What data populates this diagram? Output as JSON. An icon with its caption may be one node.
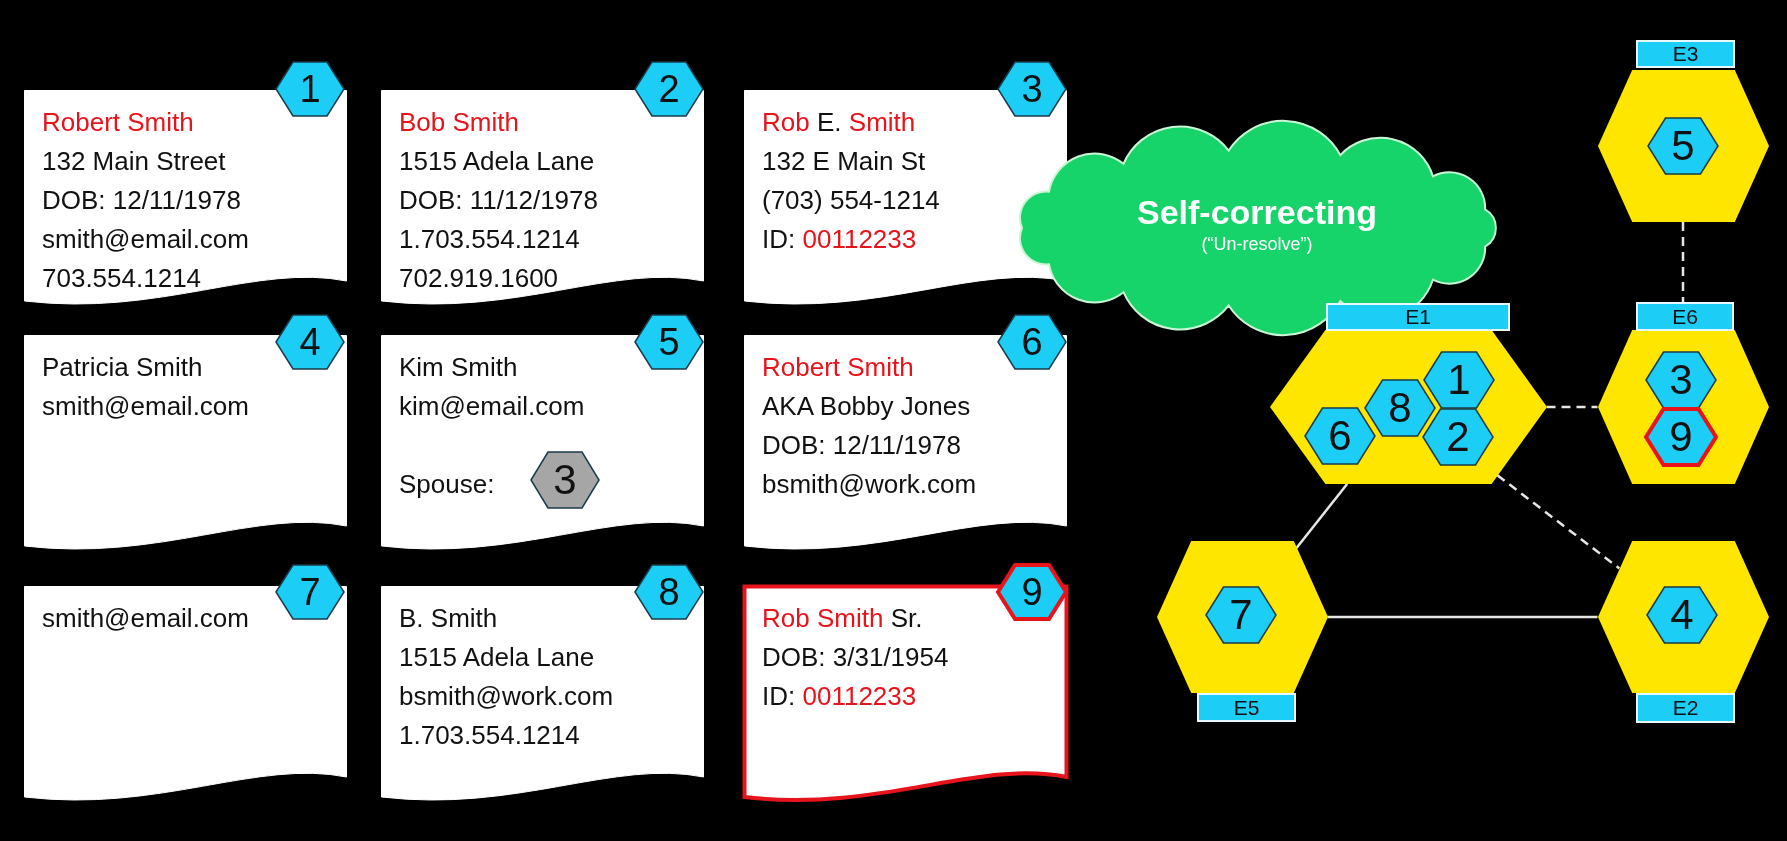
{
  "diagram": {
    "nodes": [
      {
        "text": [
          "Robert Smith",
          "132 Main Street",
          "DOB: 12/11/1978",
          "smith@email.com",
          "703.554.1214"
        ]
      },
      {
        "text": [
          "1"
        ]
      },
      {
        "text": [
          "Bob Smith",
          "1515 Adela Lane",
          "DOB: 11/12/1978",
          "1.703.554.1214",
          "702.919.1600"
        ]
      },
      {
        "text": [
          "2"
        ]
      },
      {
        "text": [
          "Rob",
          "E.",
          "Smith",
          "132 E Main St",
          "(703) 554-1214",
          "ID:",
          "00112233"
        ]
      },
      {
        "text": [
          "3"
        ]
      },
      {
        "text": [
          "Patricia Smith",
          "smith@email.com"
        ]
      },
      {
        "text": [
          "4"
        ]
      },
      {
        "text": [
          "Kim Smith",
          "kim@email.com",
          "Spouse:"
        ]
      },
      {
        "text": [
          "5"
        ]
      },
      {
        "text": [
          "3"
        ],
        "in": 8
      },
      {
        "text": [
          "Robert Smith",
          "AKA Bobby Jones",
          "DOB: 12/11/1978",
          "bsmith@work.com"
        ]
      },
      {
        "text": [
          "6"
        ]
      },
      {
        "text": [
          "smith@email.com"
        ]
      },
      {
        "text": [
          "7"
        ]
      },
      {
        "text": [
          "B. Smith",
          "1515 Adela Lane",
          "bsmith@work.com",
          "1.703.554.1214"
        ]
      },
      {
        "text": [
          "8"
        ]
      },
      {
        "text": [
          "Rob Smith",
          "Sr.",
          "DOB: 3/31/1954",
          "ID:",
          "00112233"
        ]
      },
      {
        "text": [
          "9"
        ]
      },
      {
        "text": [
          "Self-correcting",
          "(“Un-resolve”)"
        ]
      },
      {
        "text": [
          "E3"
        ]
      },
      {
        "text": [
          "5"
        ],
        "in": 20
      },
      {
        "text": [
          "E1"
        ]
      },
      {
        "text": [
          "1"
        ],
        "in": 22
      },
      {
        "text": [
          "8"
        ],
        "in": 22
      },
      {
        "text": [
          "6"
        ],
        "in": 22
      },
      {
        "text": [
          "2"
        ],
        "in": 22
      },
      {
        "text": [
          "E6"
        ]
      },
      {
        "text": [
          "3"
        ],
        "in": 27
      },
      {
        "text": [
          "9"
        ],
        "in": 27
      },
      {
        "text": [
          "E5"
        ]
      },
      {
        "text": [
          "7"
        ],
        "in": 30
      },
      {
        "text": [
          "E2"
        ]
      },
      {
        "text": [
          "4"
        ],
        "in": 32
      }
    ],
    "edges": [
      {
        "from": 20,
        "to": 27,
        "arrow": "none",
        "style": "dashed"
      },
      {
        "from": 22,
        "to": 27,
        "arrow": "none",
        "style": "dashed"
      },
      {
        "from": 22,
        "to": 32,
        "arrow": "none",
        "style": "dashed"
      },
      {
        "from": 22,
        "to": 30,
        "arrow": "none"
      },
      {
        "from": 30,
        "to": 32,
        "arrow": "none"
      }
    ]
  }
}
